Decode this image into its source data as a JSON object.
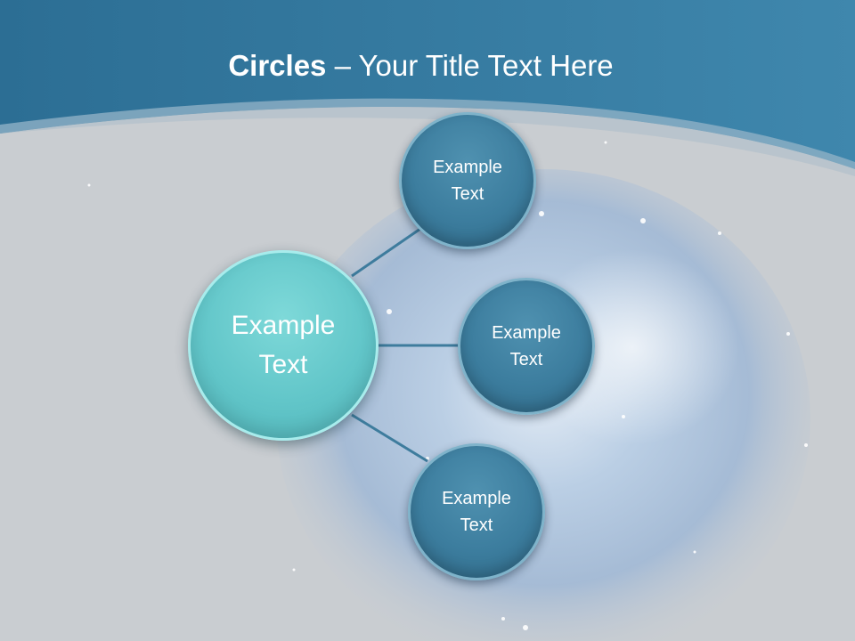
{
  "slide": {
    "title_bold": "Circles",
    "title_rest": " – Your Title Text Here"
  },
  "diagram": {
    "center": {
      "label_line1": "Example",
      "label_line2": "Text"
    },
    "nodes": [
      {
        "label_line1": "Example",
        "label_line2": "Text"
      },
      {
        "label_line1": "Example",
        "label_line2": "Text"
      },
      {
        "label_line1": "Example",
        "label_line2": "Text"
      }
    ]
  },
  "colors": {
    "header": "#3a7fa6",
    "background": "#c9cdd1",
    "center_fill": "#62c6c9",
    "node_fill": "#3c7d9e",
    "connector": "#3e7c9d"
  }
}
